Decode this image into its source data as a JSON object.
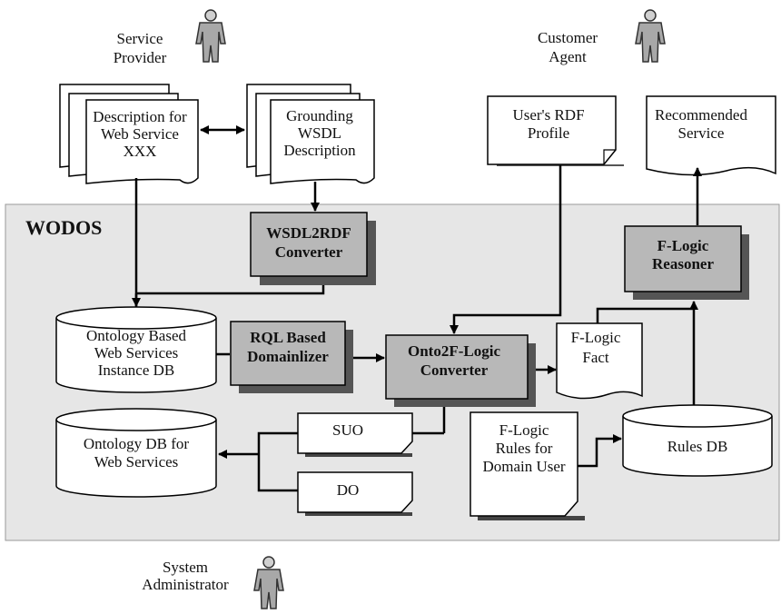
{
  "system": {
    "label": "WODOS"
  },
  "actors": {
    "service_provider": [
      "Service",
      "Provider"
    ],
    "customer_agent": [
      "Customer",
      "Agent"
    ],
    "system_administrator": [
      "System",
      "Administrator"
    ]
  },
  "nodes": {
    "description_doc": [
      "Description for",
      "Web Service",
      "XXX"
    ],
    "grounding_doc": [
      "Grounding",
      "WSDL",
      "Description"
    ],
    "user_profile": [
      "User's RDF",
      "Profile"
    ],
    "recommended_service": [
      "Recommended",
      "Service"
    ],
    "wsdl2rdf": [
      "WSDL2RDF",
      "Converter"
    ],
    "flogic_reasoner": [
      "F-Logic",
      "Reasoner"
    ],
    "instance_db": [
      "Ontology Based",
      "Web Services",
      "Instance DB"
    ],
    "rql_domainlizer": [
      "RQL Based",
      "Domainlizer"
    ],
    "onto2flogic": [
      "Onto2F-Logic",
      "Converter"
    ],
    "flogic_fact": [
      "F-Logic",
      "Fact"
    ],
    "ontology_db": [
      "Ontology DB for",
      "Web Services"
    ],
    "suo": [
      "SUO"
    ],
    "do": [
      "DO"
    ],
    "flogic_rules": [
      "F-Logic",
      "Rules for",
      "Domain User"
    ],
    "rules_db": [
      "Rules DB"
    ]
  },
  "colors": {
    "system_bg": "#e6e6e6",
    "process_fill": "#b8b8b8",
    "shadow": "#555555",
    "line": "#000000"
  }
}
